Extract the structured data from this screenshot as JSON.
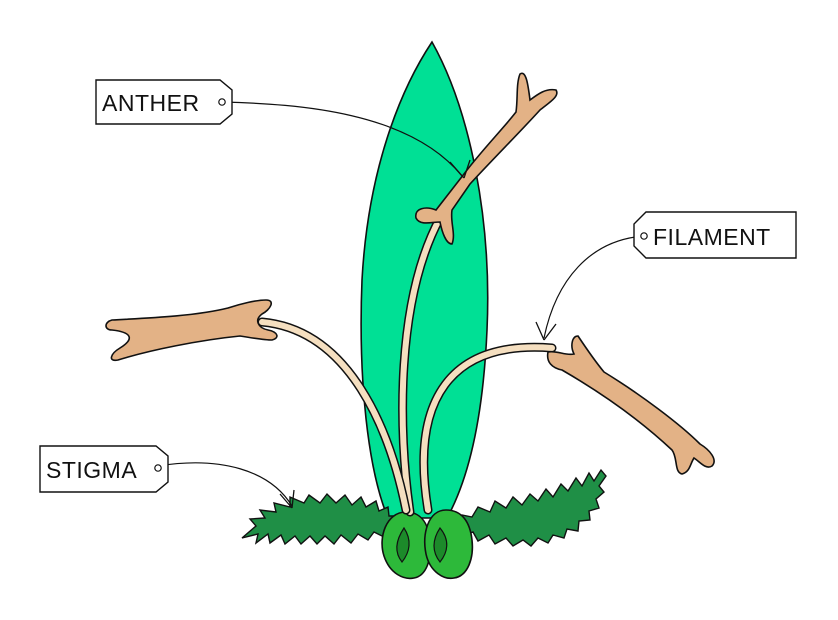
{
  "labels": {
    "anther": "ANTHER",
    "filament": "FILAMENT",
    "stigma": "STIGMA"
  },
  "colors": {
    "bract": "#00e095",
    "anther": "#e3b286",
    "filament": "#f5dfc0",
    "stigma": "#1f8f46",
    "ovary": "#2db93a",
    "ovary_inner": "#1c8a2a",
    "outline": "#111111"
  }
}
